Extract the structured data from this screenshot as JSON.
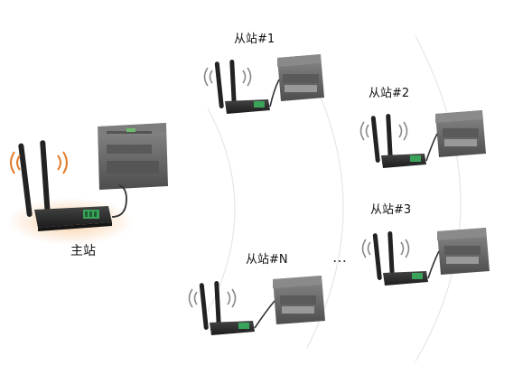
{
  "labels": {
    "master": "主站",
    "slave1": "从站#1",
    "slave2": "从站#2",
    "slave3": "从站#3",
    "slaveN": "从站#N",
    "ellipsis": "…"
  },
  "icons": {
    "router": "wireless-router-icon",
    "plc": "plc-module-icon",
    "signal": "wifi-signal-icon"
  },
  "colors": {
    "router_body": "#2e2e2e",
    "terminal_green": "#3aa35a",
    "plc_body": "#6c6c6c",
    "signal_master": "#e07a2a",
    "signal_slave": "#777777",
    "ring": "#e6e6e6"
  }
}
